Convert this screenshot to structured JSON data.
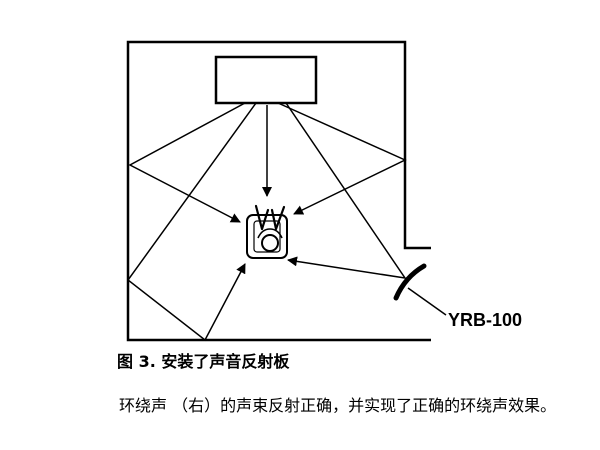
{
  "diagram": {
    "device_label": "YRB-100"
  },
  "caption": "图 3. 安装了声音反射板",
  "description": "环绕声 （右）的声束反射正确，并实现了正确的环绕声效果。",
  "colors": {
    "ink": "#000000",
    "background": "#ffffff"
  }
}
